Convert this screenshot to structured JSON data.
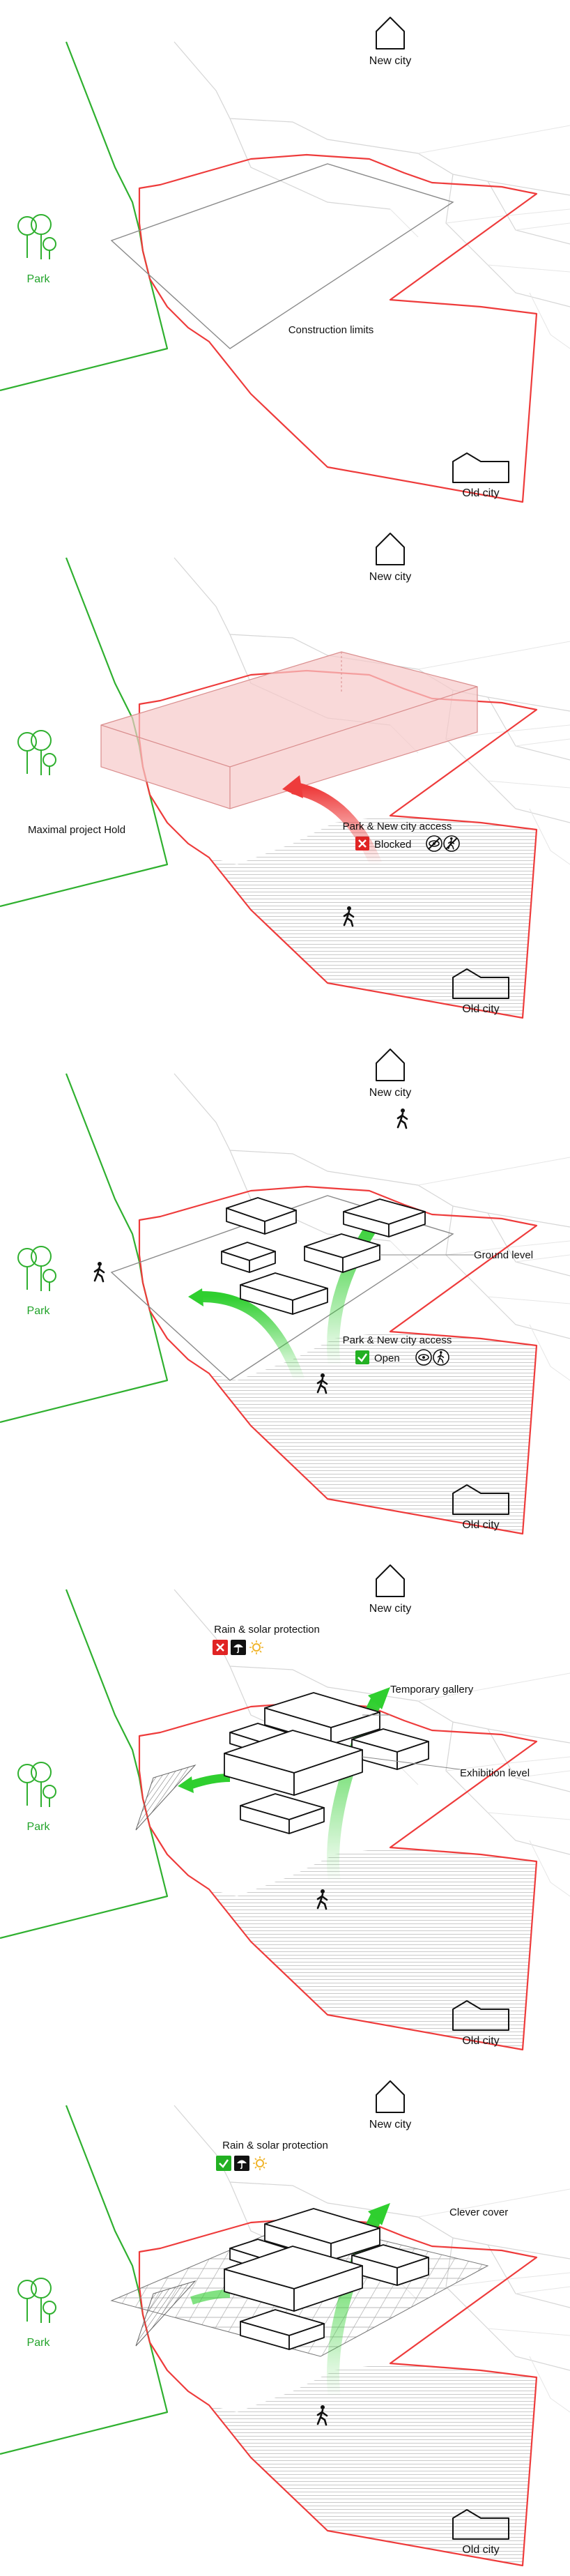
{
  "labels": {
    "new_city": "New city",
    "old_city": "Old city",
    "park": "Park",
    "construction_limits": "Construction limits",
    "maximal_project_hold": "Maximal project Hold",
    "park_access": "Park & New city access",
    "blocked": "Blocked",
    "open": "Open",
    "ground_level": "Ground level",
    "rain_solar": "Rain & solar protection",
    "temporary_gallery": "Temporary gallery",
    "exhibition_level": "Exhibition level",
    "clever_cover": "Clever cover"
  },
  "colors": {
    "site_boundary": "#ee3b3b",
    "park": "#2fb02f",
    "blocked": "#e02424",
    "open": "#22b022",
    "sun": "#f0b429"
  },
  "icons": [
    "house-icon",
    "tree-icon",
    "pedestrian-icon",
    "eye-icon",
    "umbrella-icon",
    "sun-icon",
    "cross-icon",
    "check-icon"
  ]
}
